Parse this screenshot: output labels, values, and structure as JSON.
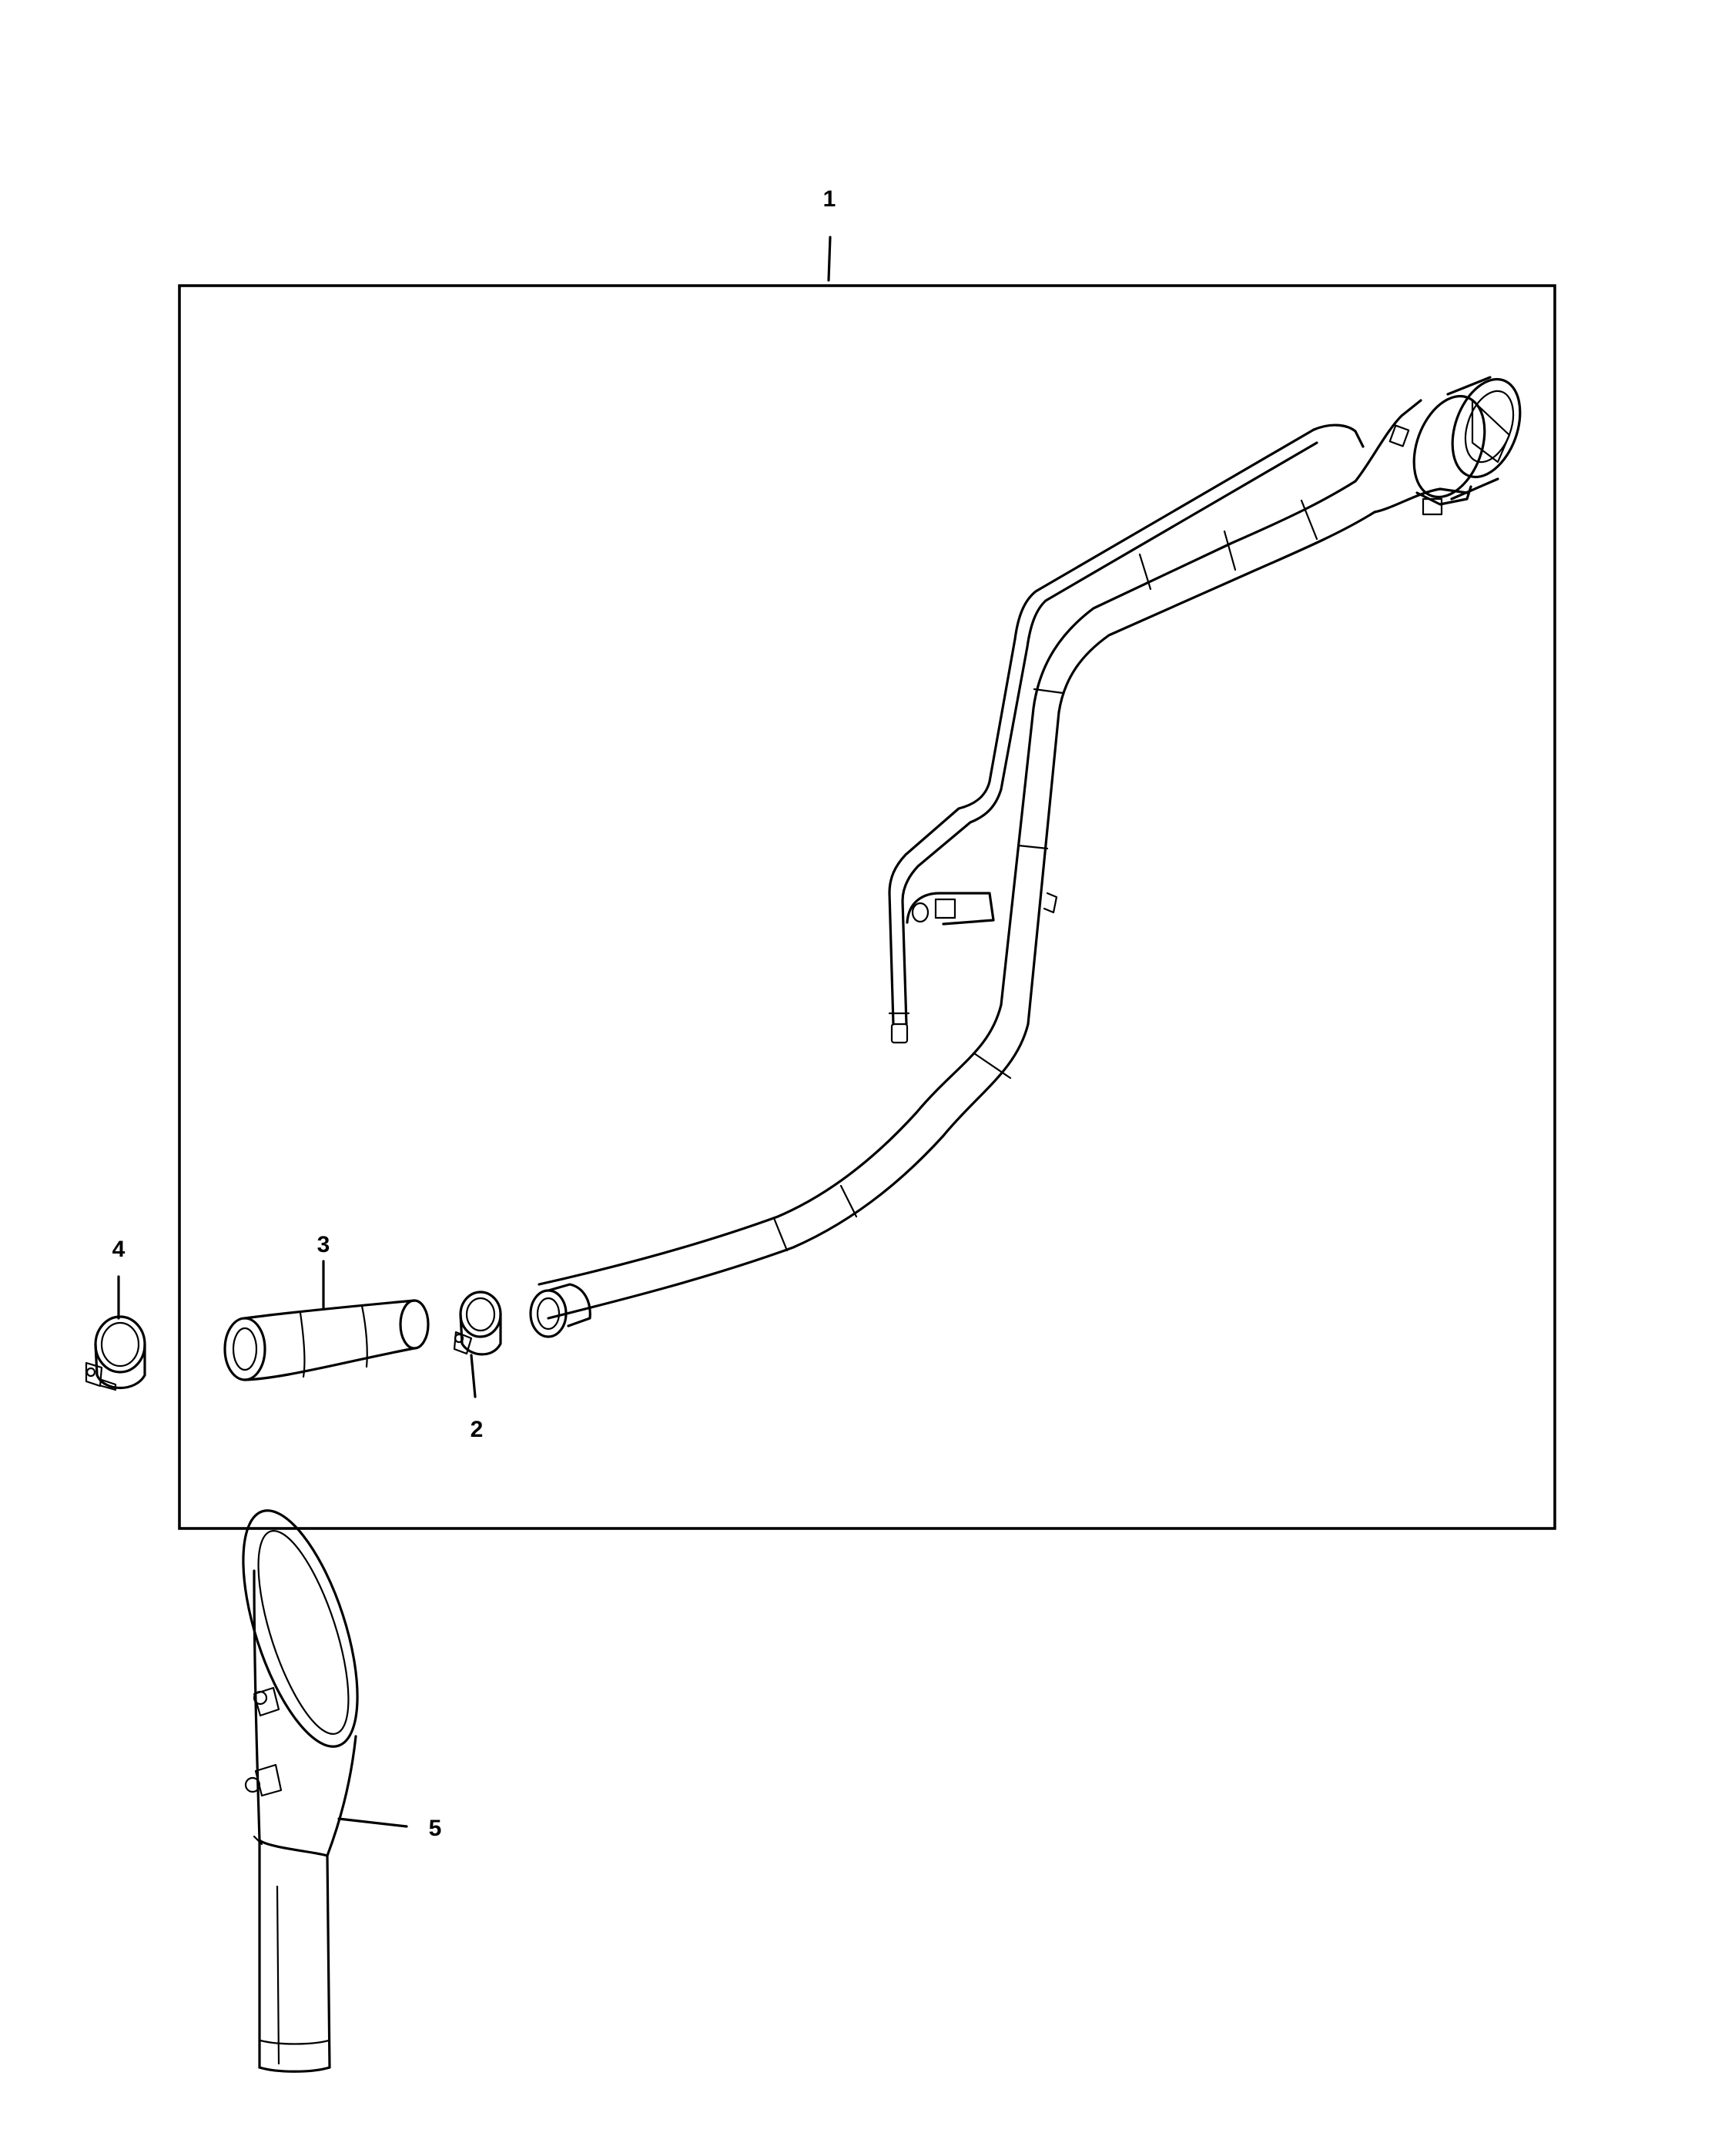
{
  "callouts": {
    "part1": "1",
    "part2": "2",
    "part3": "3",
    "part4": "4",
    "part5": "5"
  },
  "colors": {
    "line": "#000000",
    "background": "#ffffff"
  }
}
